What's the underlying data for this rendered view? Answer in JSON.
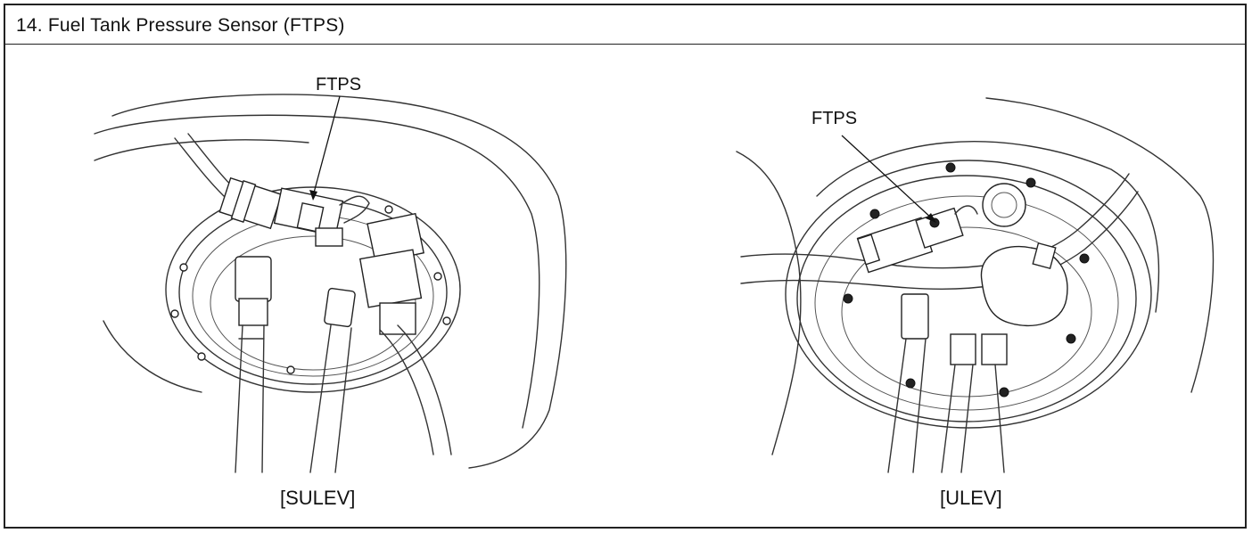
{
  "header": {
    "title": "14. Fuel Tank Pressure Sensor (FTPS)"
  },
  "figures": [
    {
      "callout": "FTPS",
      "caption": "[SULEV]"
    },
    {
      "callout": "FTPS",
      "caption": "[ULEV]"
    }
  ]
}
